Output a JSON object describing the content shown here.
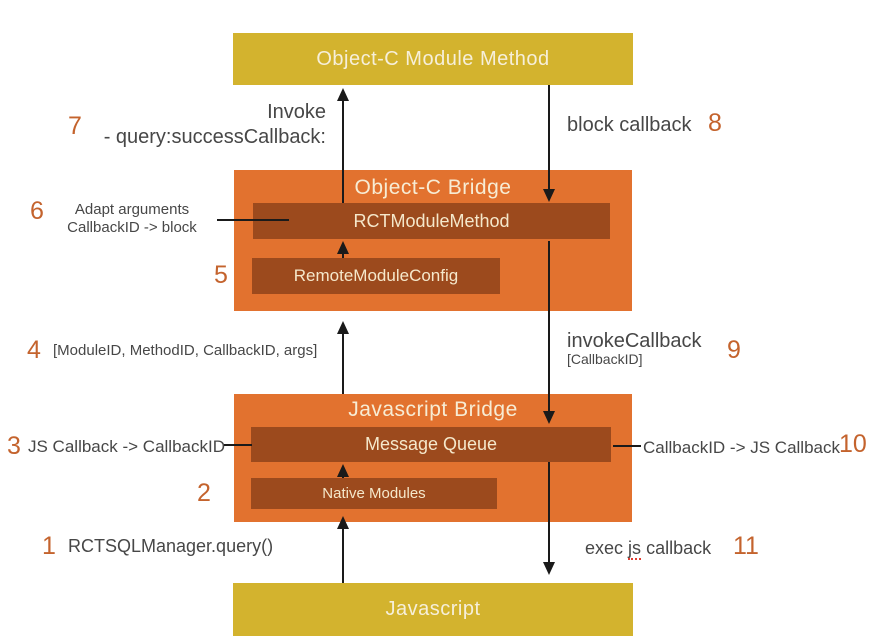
{
  "banners": {
    "top": "Object-C Module Method",
    "bottom": "Javascript"
  },
  "objc_bridge": {
    "title": "Object-C Bridge",
    "box1": "RCTModuleMethod",
    "box2": "RemoteModuleConfig"
  },
  "js_bridge": {
    "title": "Javascript Bridge",
    "box1": "Message Queue",
    "box2": "Native Modules"
  },
  "steps": {
    "s1": {
      "num": "1",
      "text": "RCTSQLManager.query()"
    },
    "s2": {
      "num": "2"
    },
    "s3": {
      "num": "3",
      "text": "JS Callback -> CallbackID"
    },
    "s4": {
      "num": "4",
      "text": "[ModuleID, MethodID, CallbackID, args]"
    },
    "s5": {
      "num": "5"
    },
    "s6": {
      "num": "6",
      "line1": "Adapt arguments",
      "line2": "CallbackID -> block"
    },
    "s7": {
      "num": "7",
      "line1": "Invoke",
      "line2": "- query:successCallback:"
    },
    "s8": {
      "num": "8",
      "text": "block callback"
    },
    "s9": {
      "num": "9",
      "line1": "invokeCallback",
      "line2": "[CallbackID]"
    },
    "s10": {
      "num": "10",
      "text": "CallbackID -> JS Callback"
    },
    "s11": {
      "num": "11",
      "word1": "exec",
      "word2": "js",
      "word3": "callback"
    }
  },
  "colors": {
    "banner_yellow": "#d3b32e",
    "bridge_orange": "#e2722f",
    "inner_brown": "#9c4a1d",
    "step_number_orange": "#c4632d",
    "label_gray": "#474747",
    "arrow_black": "#1a1a1a",
    "box_text_cream": "#f6ecd4"
  }
}
